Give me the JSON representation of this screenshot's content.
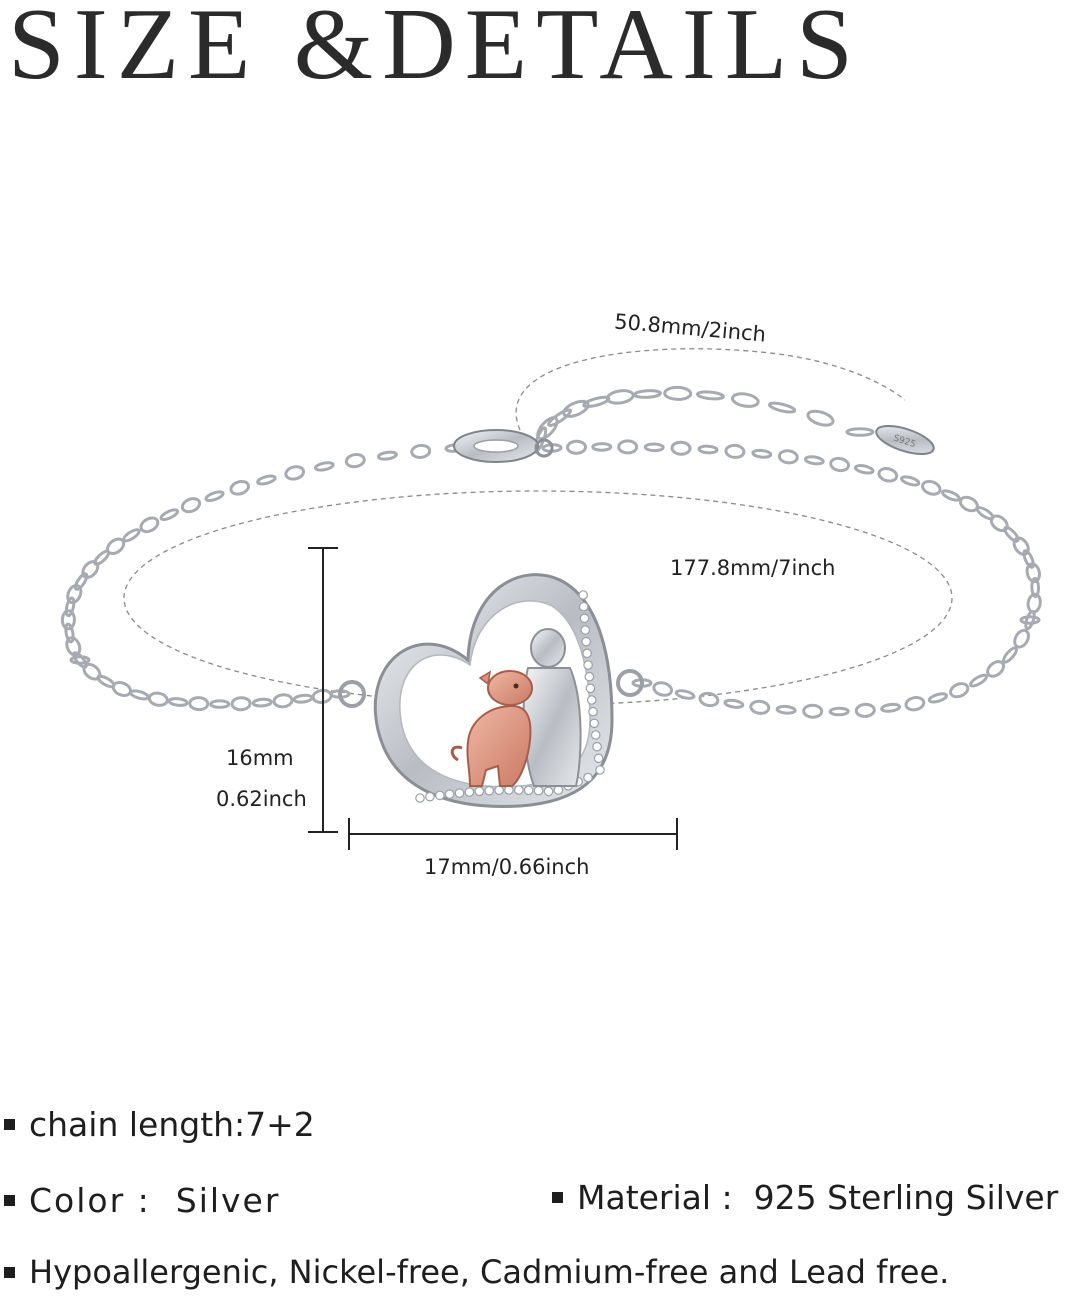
{
  "title": "SIZE &DETAILS",
  "dimensions": {
    "extender": "50.8mm/2inch",
    "chain": "177.8mm/7inch",
    "height_mm": "16mm",
    "height_inch": "0.62inch",
    "width": "17mm/0.66inch"
  },
  "tag_text": "S925",
  "specs": {
    "chain_length": "chain length:7+2",
    "color": "Color :  Silver",
    "material": "Material :  925 Sterling Silver",
    "features": "Hypoallergenic, Nickel-free, Cadmium-free and Lead free."
  },
  "colors": {
    "silver": "#c9ccd1",
    "silver_dark": "#8d9197",
    "rose_gold": "#d9937e",
    "text": "#1e1e1e"
  },
  "icons": [
    "bullet-square-icon"
  ]
}
